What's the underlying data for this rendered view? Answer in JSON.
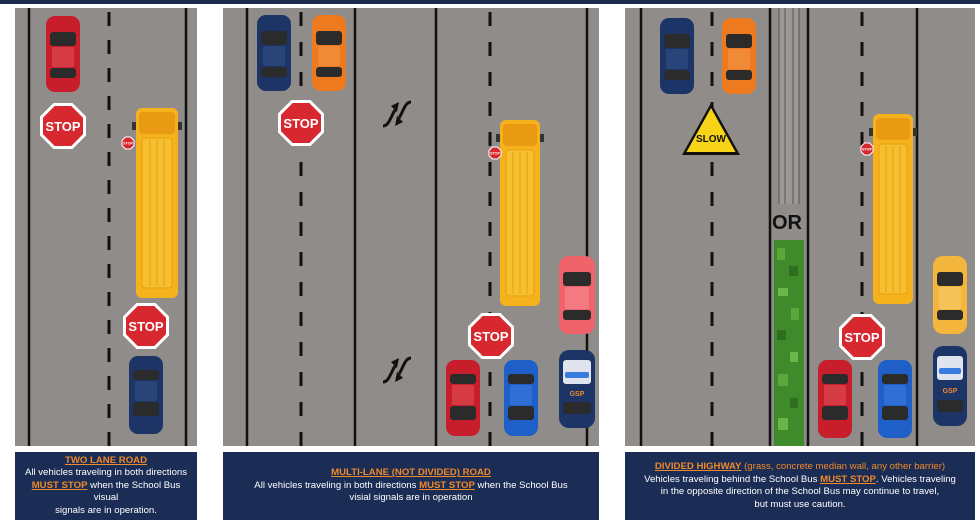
{
  "panels": [
    {
      "id": "two-lane",
      "stop_signs": [
        "STOP",
        "STOP"
      ],
      "bus_stop_arm": "STOP",
      "caption": {
        "title": "TWO LANE ROAD",
        "line1": "All vehicles traveling in both directions",
        "must_stop": "MUST STOP",
        "line2_rest": " when the School Bus visual",
        "line3": "signals are in operation."
      }
    },
    {
      "id": "multi-lane",
      "stop_signs": [
        "STOP"
      ],
      "bus_stop_arm": "STOP",
      "caption": {
        "title": "MULTI-LANE (NOT DIVIDED) ROAD",
        "line1_pre": "All vehicles traveling in both directions ",
        "must_stop": "MUST STOP",
        "line1_post": " when the School Bus",
        "line2": "visial signals are in operation"
      }
    },
    {
      "id": "divided-highway",
      "slow_sign": "SLOW",
      "or_label": "OR",
      "stop_signs": [
        "STOP"
      ],
      "bus_stop_arm": "STOP",
      "caption": {
        "title": "DIVIDED HIGHWAY",
        "title_note": " (grass, concrete median wall, any other barrier)",
        "line1_pre": "Vehicles traveling behind the School Bus ",
        "must_stop": "MUST STOP",
        "line1_post": ".  Vehicles traveling",
        "line2": "in the opposite direction of the School Bus may continue to travel,",
        "line3": "but must use caution."
      }
    }
  ],
  "police_badge": "GSP",
  "colors": {
    "road": "#8f8c8a",
    "lane_line": "#111111",
    "caption_bg": "#1b2d55",
    "caption_accent": "#f0892a",
    "bus": "#f5b21c",
    "stop_sign": "#d7282f",
    "slow_sign": "#f7d417",
    "median_grass": "#3f8a2a"
  },
  "icons": [
    "stop-sign-icon",
    "slow-sign-icon",
    "school-bus-icon",
    "car-icon",
    "police-car-icon",
    "lane-change-arrows-icon"
  ]
}
